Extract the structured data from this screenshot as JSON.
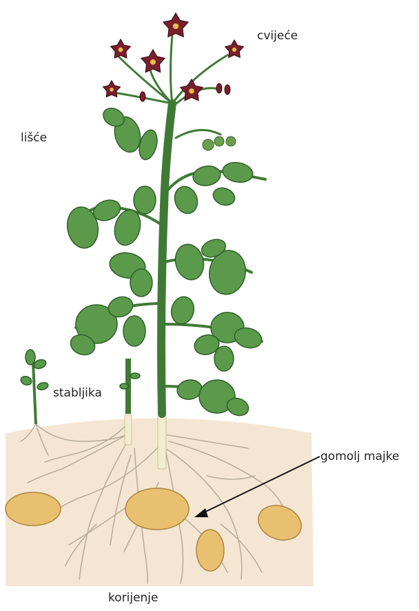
{
  "labels": {
    "flowers": "cvijeće",
    "leaves": "lišće",
    "stem": "stabljika",
    "mother_tuber": "gomolj majke",
    "roots": "korijenje"
  },
  "colors": {
    "soil": "#f5e6d3",
    "leaf": "#5a9a4a",
    "leaf_dark": "#2f5e2a",
    "stem": "#3f7a35",
    "flower": "#7a1f2b",
    "tuber": "#e8c070",
    "root": "#b8ae9c",
    "arrow": "#111111"
  }
}
